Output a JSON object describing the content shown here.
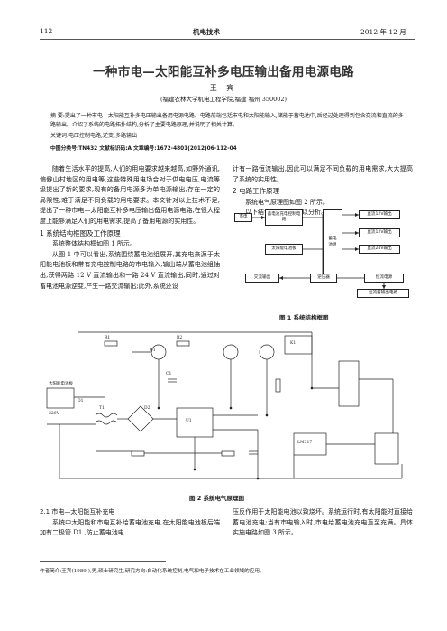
{
  "header": {
    "page_no": "112",
    "journal": "机电技术",
    "date": "2012 年 12 月"
  },
  "title": "一种市电—太阳能互补多电压输出备用电源电路",
  "author": "王 宾",
  "affiliation": "(福建农林大学机电工程学院,福建 福州 350002)",
  "abstract": "摘 要:提出了一种市电—太阳能互补多电压输出备用电源电路。电路前端包括市电和太阳能输入,储能于蓄电池中,后经过处理得到包含交流和直流的多路输出。介绍了系统的电路拓扑结构,分析了主要电路原理,并说明了相关计算。",
  "keywords": "关键词:电压控制电路;逆变;多路输出",
  "classification": "中图分类号:TN432   文献标识码:A   文章编号:1672-4801(2012)06-112-04",
  "left_col": {
    "p1": "随着生活水平的提高,人们的用电要求越来越高,如野外通讯,偏僻山村地区的用电等,这些特殊用电场合对于供电电压,电流等级提出了新的要求,现有的备用电源多为单电源输出,存在一定的局限性,难于满足不同负载的用电要求。本文针对以上技术不足,提出了一种市电—太阳能互补多电压输出备用电源电路,在很大程度上能够满足人们的用电需求,提高了备用电源的实用性。",
    "h1": "1   系统结构框图及工作原理",
    "p2": "系统整体结构框如图 1 所示。",
    "p3": "从图 1 中可以看出,系统围绕蓄电池组展开,其充电来源于太阳能电池板和带有充电控制电路的市电输入,输出端从蓄电池组抽出,获得两路 12 V 直流输出和一路 24 V 直流输出,同时,通过对蓄电池电源逆变,产生一路交流输出;此外,系统还设"
  },
  "right_col": {
    "p1": "计有一路恒流输出,因此可以满足不同负载的用电需求,大大提高了系统的实用性。",
    "h2": "2   电路工作原理",
    "p2": "系统电气原理图如图 2 所示。",
    "p3": "以下结合各分电路予以分析。"
  },
  "fig1": {
    "caption": "图 1   系统结构框图",
    "blocks": {
      "mains": "市电",
      "charge_ctrl": "蓄电池充电控制电路",
      "battery": "蓄电池组",
      "solar": "太阳能电池板",
      "dc12a": "直流12V输出",
      "dc12b": "直流12V输出",
      "dc24": "直流24V输出",
      "ac_out": "交流输出",
      "inverter": "逆压器",
      "cc_src": "恒流电源",
      "cc_out": "恒流蓄输出电路"
    }
  },
  "fig2": {
    "caption": "图 2   系统电气原理图",
    "labels": {
      "solar_panel": "太阳能电池板",
      "ac220": "220V",
      "r1": "R1",
      "r2": "R2",
      "d1": "D1",
      "d2": "D2",
      "c1": "C1",
      "q1": "Q1",
      "u1": "U1",
      "t1": "T1",
      "k1": "K1",
      "lm317": "LM317"
    }
  },
  "bottom_left": {
    "h": "2.1   市电—太阳能互补充电",
    "p": "系统中太阳能和市电互补给蓄电池充电,在太阳能电池板后端加有二极管 D1 ,防止蓄电池电"
  },
  "bottom_right": {
    "p": "压反作用于太阳能电池以致烧坏。系统运行时,有太阳能时直接给蓄电池充电;当有市电输入时,市电给蓄电池充电直至充满。具体实施电路如图 3 所示。"
  },
  "footnote": "作者简介:王宾(1989-),男,硕士研究生,研究方向:自动化系统控制,电气和电子技术在工业领域的应用。"
}
